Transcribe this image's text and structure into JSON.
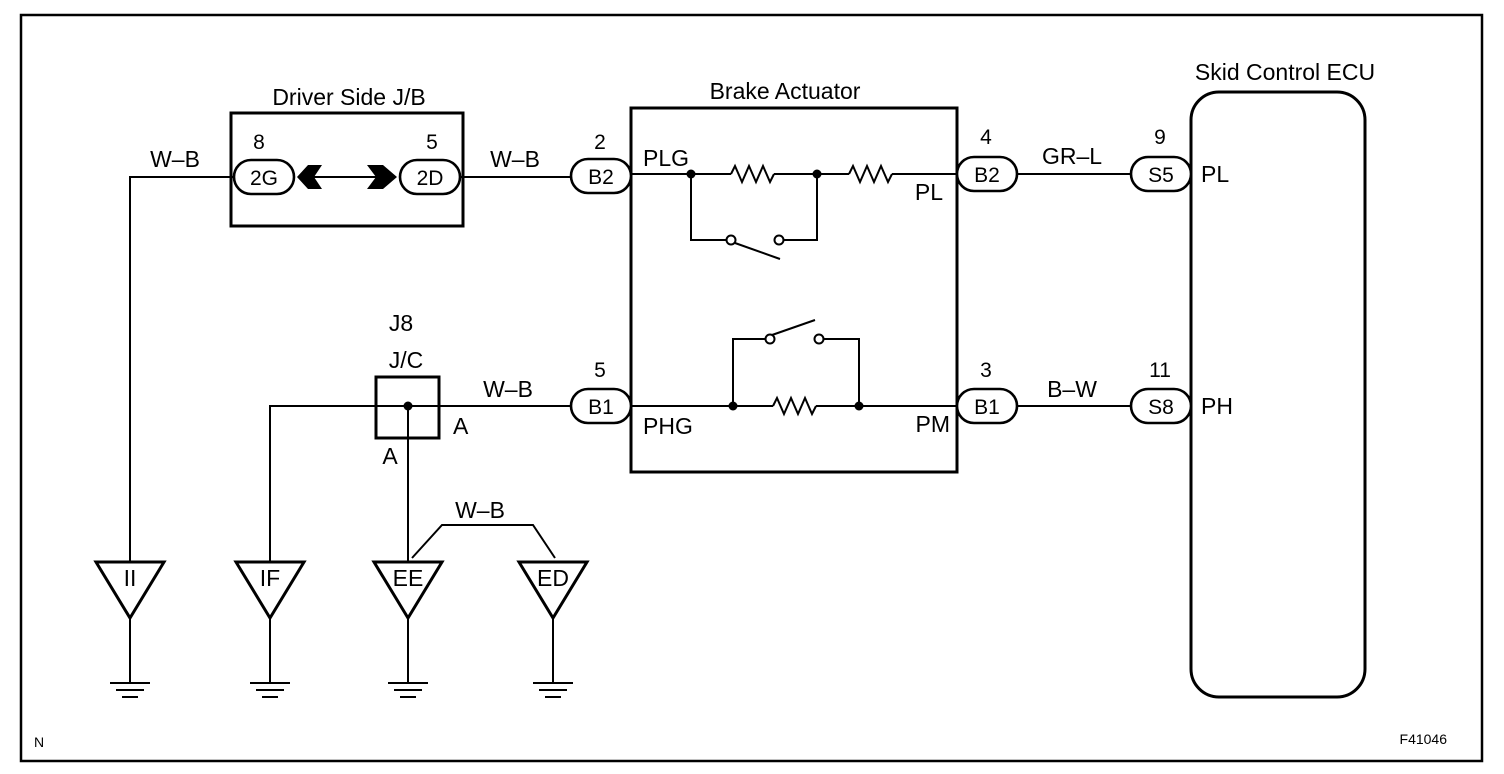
{
  "components": {
    "driver_jb": "Driver Side J/B",
    "brake_actuator": "Brake Actuator",
    "skid_ecu": "Skid Control ECU",
    "jc_id": "J8",
    "jc_name": "J/C"
  },
  "connectors": {
    "jb_left": {
      "code": "2G",
      "pin": "8"
    },
    "jb_right": {
      "code": "2D",
      "pin": "5"
    },
    "act_in_top": {
      "code": "B2",
      "pin": "2"
    },
    "act_out_top": {
      "code": "B2",
      "pin": "4"
    },
    "act_in_bot": {
      "code": "B1",
      "pin": "5"
    },
    "act_out_bot": {
      "code": "B1",
      "pin": "3"
    },
    "ecu_top": {
      "code": "S5",
      "pin": "9"
    },
    "ecu_bot": {
      "code": "S8",
      "pin": "11"
    }
  },
  "wires": {
    "w1": "W–B",
    "w2": "W–B",
    "w3": "W–B",
    "w4": "W–B",
    "pl": "GR–L",
    "ph": "B–W"
  },
  "terminals": {
    "plg": "PLG",
    "pl_out": "PL",
    "phg": "PHG",
    "pm": "PM",
    "ecu_pl": "PL",
    "ecu_ph": "PH",
    "jc_a_right": "A",
    "jc_a_bottom": "A"
  },
  "grounds": [
    "II",
    "IF",
    "EE",
    "ED"
  ],
  "footer": {
    "corner_letter": "N",
    "figure_code": "F41046"
  }
}
